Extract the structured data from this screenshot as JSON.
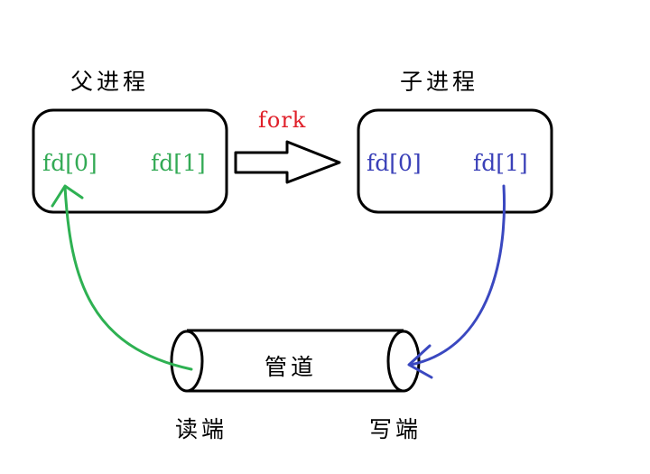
{
  "colors": {
    "parent_fd": "#33aa55",
    "child_fd": "#3a40b8",
    "fork": "#e0202a",
    "read_arrow": "#2eb152",
    "write_arrow": "#3a48c0",
    "outline": "#000000"
  },
  "parent": {
    "title": "父进程",
    "fd0": "fd[0]",
    "fd1": "fd[1]"
  },
  "child": {
    "title": "子进程",
    "fd0": "fd[0]",
    "fd1": "fd[1]"
  },
  "fork": {
    "label": "fork"
  },
  "pipe": {
    "label": "管道",
    "read_end": "读端",
    "write_end": "写端"
  }
}
